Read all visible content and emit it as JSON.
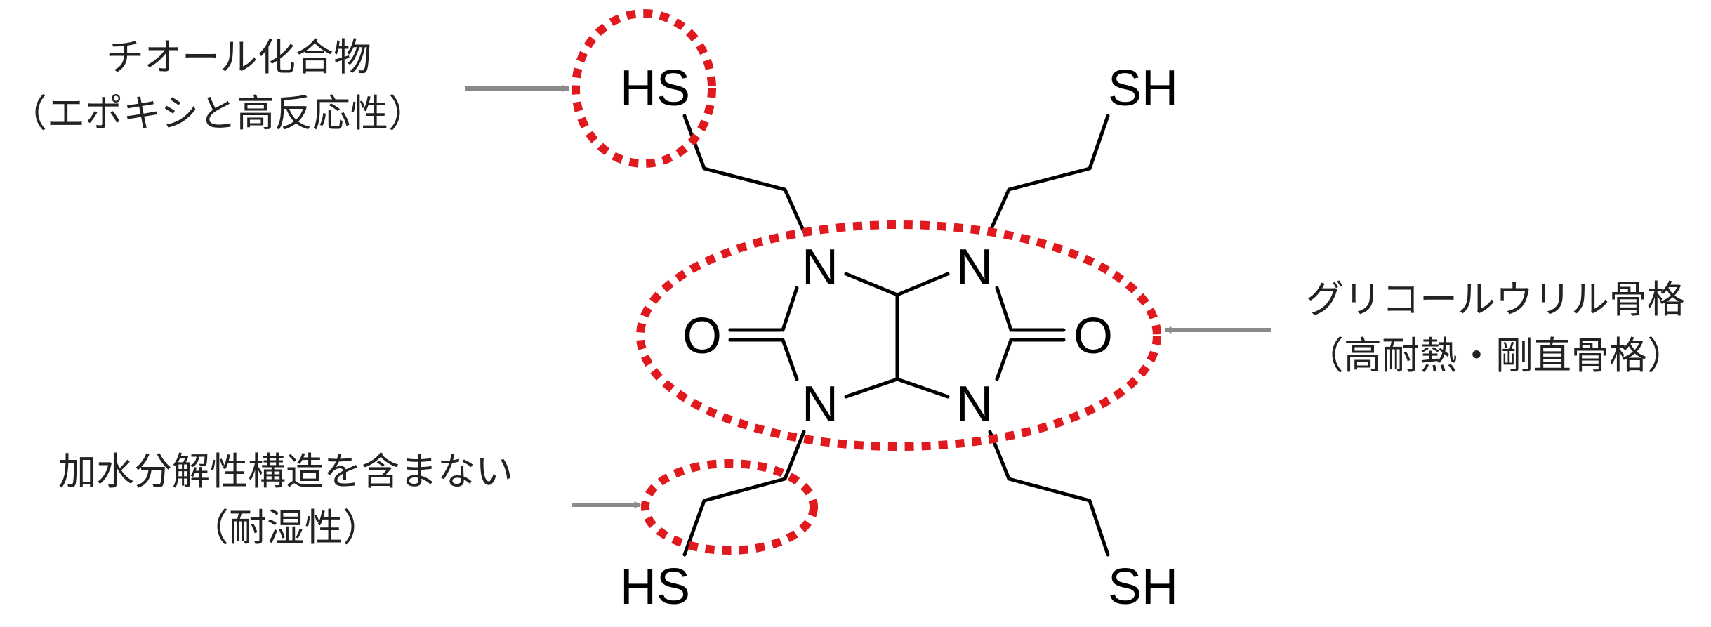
{
  "structure": {
    "atoms": {
      "hs_top_left": "HS",
      "sh_top_right": "SH",
      "n_top_left": "N",
      "n_top_right": "N",
      "o_left": "O",
      "o_right": "O",
      "n_bottom_left": "N",
      "n_bottom_right": "N",
      "hs_bottom_left": "HS",
      "sh_bottom_right": "SH"
    }
  },
  "annotations": {
    "thiol": {
      "line1": "チオール化合物",
      "line2": "（エポキシと高反応性）"
    },
    "glycoluril": {
      "line1": "グリコールウリル骨格",
      "line2": "（高耐熱・剛直骨格）"
    },
    "hydrolysis": {
      "line1": "加水分解性構造を含まない",
      "line2": "（耐湿性）"
    }
  },
  "colors": {
    "highlight": "#e0191e",
    "arrow": "#8a8a8a",
    "bond": "#000000"
  }
}
